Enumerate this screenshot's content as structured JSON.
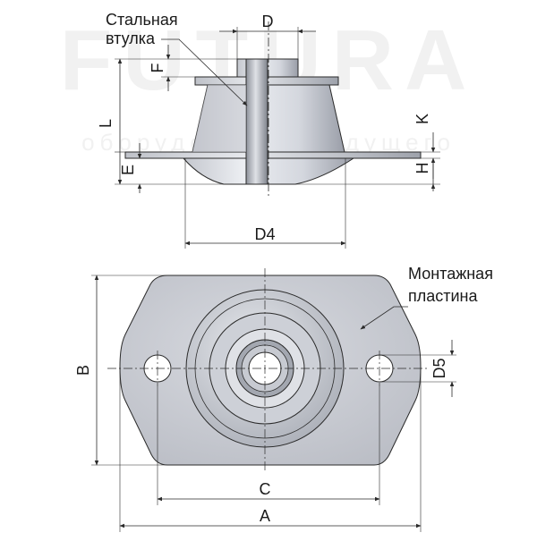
{
  "watermark": {
    "brand": "FUTURA",
    "slogan": "оборудование будущего"
  },
  "callouts": {
    "steel_bushing_line1": "Стальная",
    "steel_bushing_line2": "втулка",
    "mounting_plate_line1": "Монтажная",
    "mounting_plate_line2": "пластина"
  },
  "dimensions": {
    "D": "D",
    "F": "F",
    "L": "L",
    "E": "E",
    "K": "K",
    "H": "H",
    "D4": "D4",
    "B": "B",
    "D5": "D5",
    "C": "C",
    "A": "A"
  },
  "colors": {
    "line": "#2a2a2a",
    "rubber_light": "#dcdee4",
    "rubber_dark": "#9ea2ab",
    "plate": "#c9ccd3",
    "bushing": "#b8bcc4"
  }
}
